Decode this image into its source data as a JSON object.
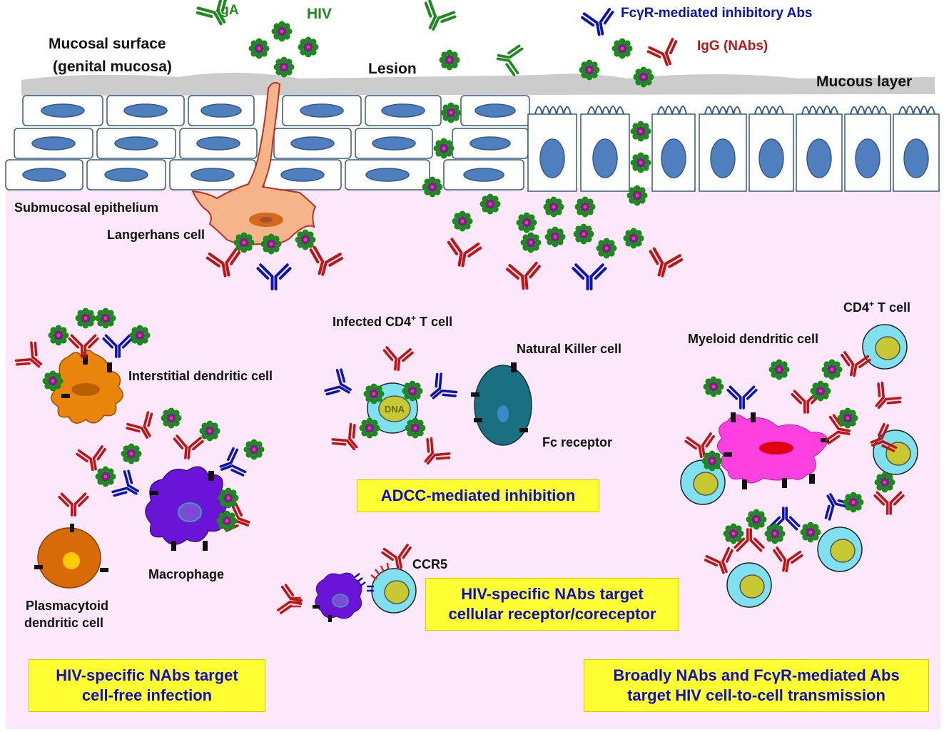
{
  "colors": {
    "tissue_bg": "#fce8fa",
    "mucus": "#cccccc",
    "epithelial_nucleus": "#4f7fbf",
    "antibody_igg": "#c01414",
    "antibody_fcgr": "#1010c0",
    "antibody_iga": "#1f8a1f",
    "hiv_spike": "#1d8a1d",
    "hiv_core": "#7a1f9a",
    "box_fill": "#ffff33",
    "box_text": "#1010c0"
  },
  "labels": {
    "iga": "IgA",
    "hiv": "HIV",
    "fcgr_abs": "FcγR-mediated inhibitory Abs",
    "igg_nabs": "IgG (NAbs)",
    "mucosal_surface_1": "Mucosal surface",
    "mucosal_surface_2": "(genital mucosa)",
    "lesion": "Lesion",
    "mucous_layer": "Mucous layer",
    "submucosal": "Submucosal epithelium",
    "langerhans": "Langerhans cell",
    "interstitial_dc": "Interstitial dendritic cell",
    "macrophage": "Macrophage",
    "plasmacytoid_1": "Plasmacytoid",
    "plasmacytoid_2": "dendritic cell",
    "infected_cd4_pre": "Infected CD4",
    "infected_cd4_sup": "+",
    "infected_cd4_post": " T cell",
    "nk_cell": "Natural Killer cell",
    "fc_receptor": "Fc receptor",
    "ccr5": "CCR5",
    "myeloid_dc": "Myeloid dendritic cell",
    "cd4_pre": "CD4",
    "cd4_sup": "+",
    "cd4_post": " T cell",
    "dna_label": "DNA"
  },
  "boxes": {
    "adcc": "ADCC-mediated inhibition",
    "coreceptor_1": "HIV-specific NAbs target",
    "coreceptor_2": "cellular receptor/coreceptor",
    "cellfree_1": "HIV-specific NAbs target",
    "cellfree_2": "cell-free infection",
    "celltocell_1": "Broadly NAbs and FcγR-mediated Abs",
    "celltocell_2": "target  HIV cell-to-cell transmission"
  }
}
